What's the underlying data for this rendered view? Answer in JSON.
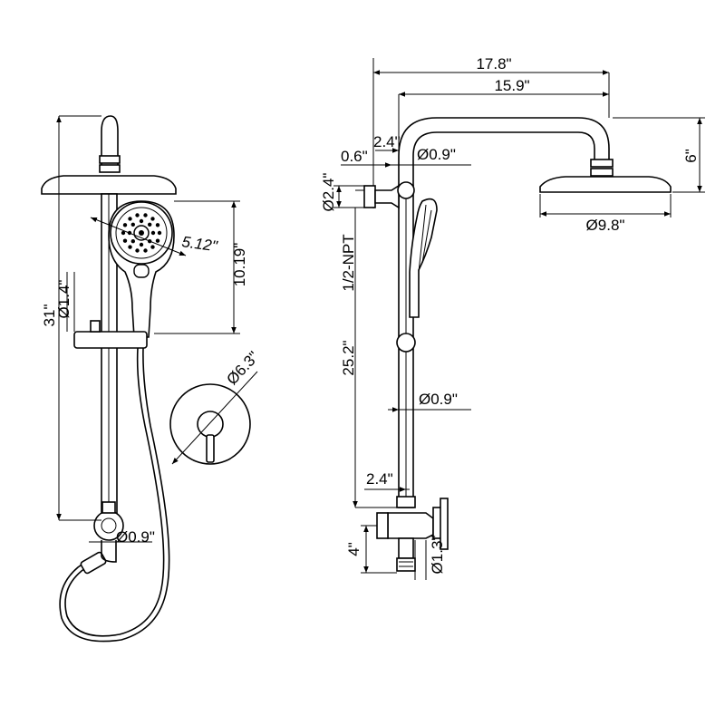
{
  "front_view": {
    "overall_height": "31\"",
    "handshower_height": "10.19\"",
    "handshower_face": "5.12\"",
    "rail_diameter": "Ø1.4\"",
    "bottom_diameter": "Ø0.9\"",
    "valve_plate": "Ø6.3\""
  },
  "side_view": {
    "total_reach": "17.8\"",
    "arm_reach": "15.9\"",
    "top_offset": "2.4\"",
    "top_pipe_diameter": "Ø0.9\"",
    "wall_offset": "0.6\"",
    "bracket_diameter": "Ø2.4\"",
    "thread": "1/2-NPT",
    "riser_length": "25.2\"",
    "riser_diameter": "Ø0.9\"",
    "valve_offset": "2.4\"",
    "valve_height": "4\"",
    "outlet_diameter": "Ø1.3\"",
    "head_drop": "6\"",
    "head_diameter": "Ø9.8\""
  }
}
